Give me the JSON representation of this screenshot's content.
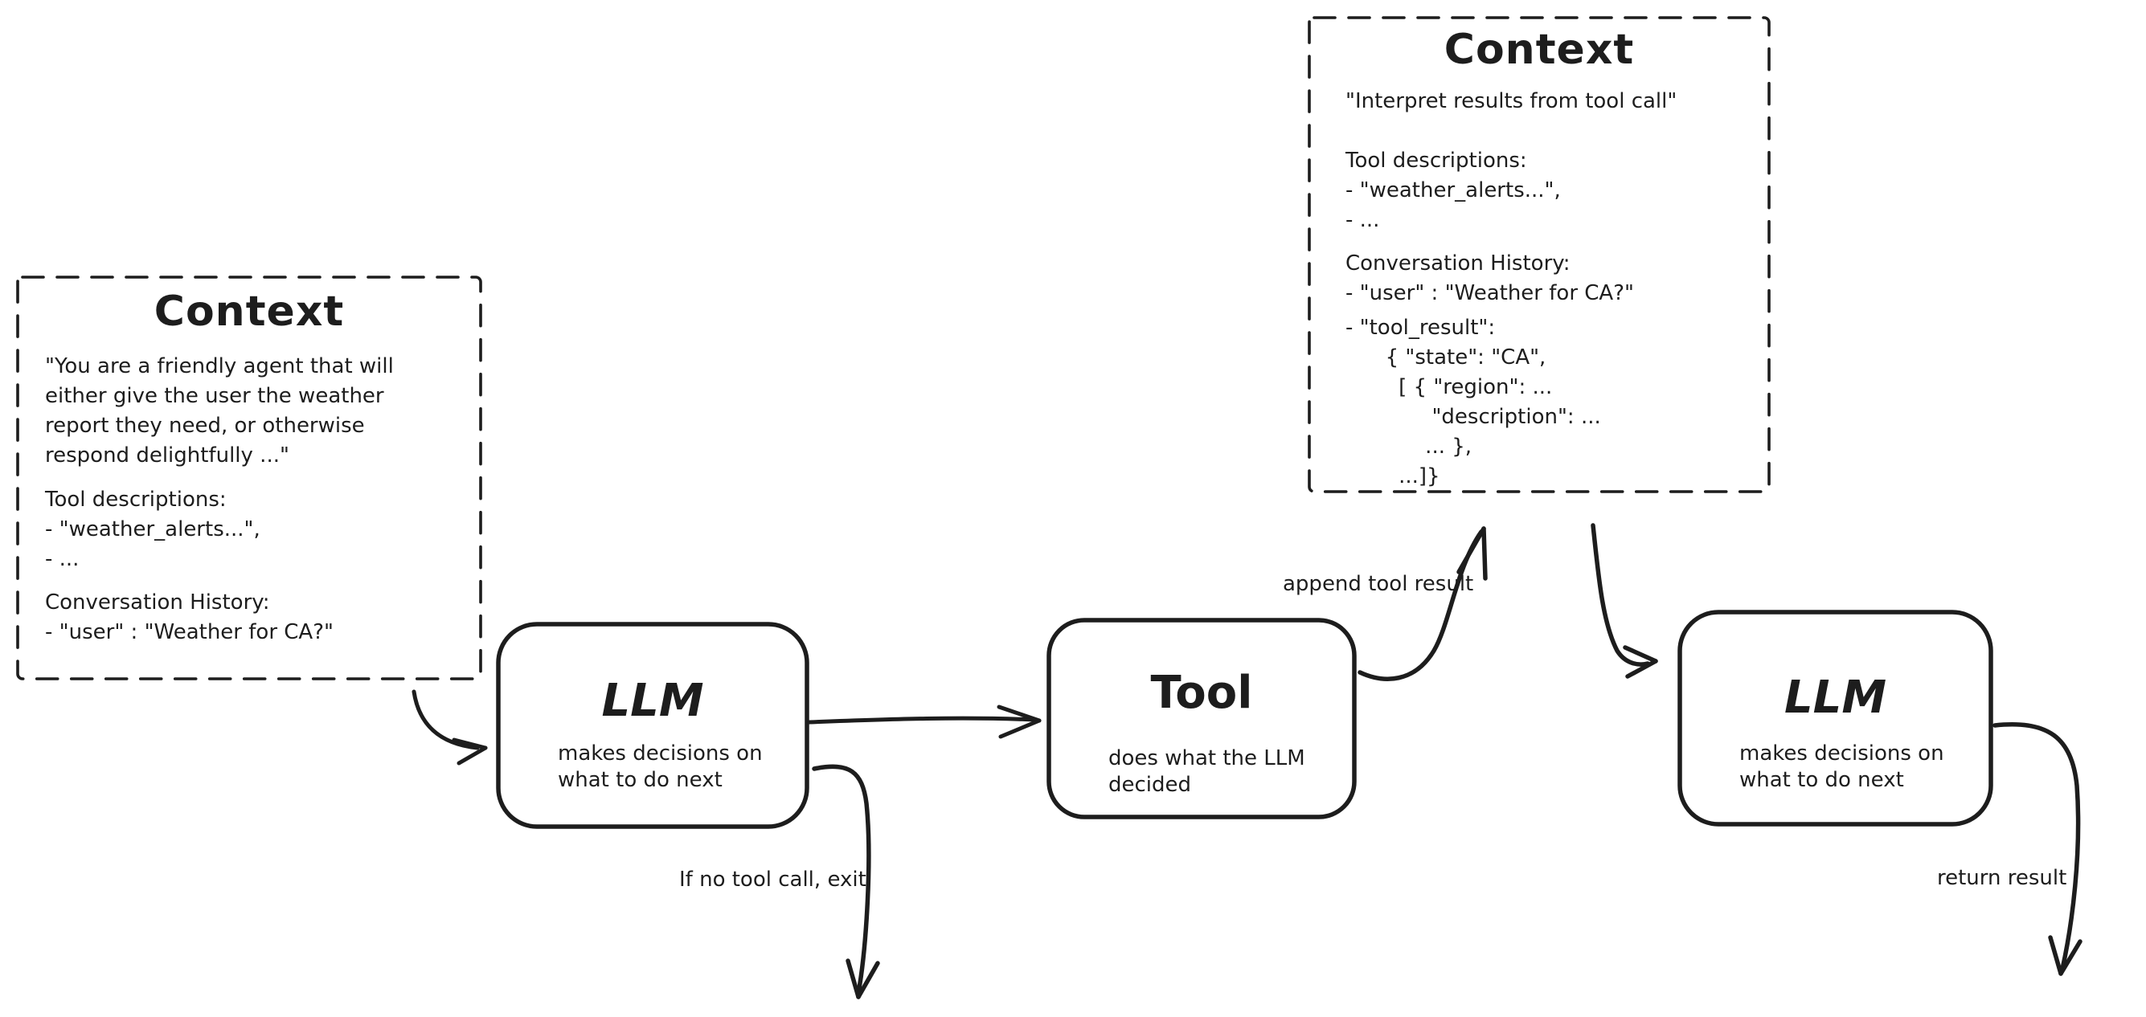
{
  "canvas": {
    "background": "#ffffff",
    "ink": "#1d1d1d"
  },
  "context_left": {
    "title": "Context",
    "para1": [
      "\"You are a friendly agent that will",
      "either give the user the weather",
      "report they need, or otherwise",
      "respond delightfully ...\""
    ],
    "para2": [
      "Tool descriptions:",
      "- \"weather_alerts...\",",
      "- ..."
    ],
    "para3": [
      "Conversation History:",
      "- \"user\" : \"Weather for CA?\""
    ]
  },
  "context_right": {
    "title": "Context",
    "para1": [
      "\"Interpret results from tool call\""
    ],
    "para2": [
      "Tool descriptions:",
      "- \"weather_alerts...\",",
      "- ..."
    ],
    "para3": [
      "Conversation History:",
      "- \"user\" : \"Weather for CA?\""
    ],
    "para4": [
      "- \"tool_result\":",
      "      { \"state\": \"CA\",",
      "        [ { \"region\": ...",
      "             \"description\": ...",
      "            ... },",
      "        ...]}"
    ]
  },
  "nodes": {
    "llm1": {
      "title": "LLM",
      "subtitle": [
        "makes decisions on",
        "what to do next"
      ]
    },
    "tool": {
      "title": "Tool",
      "subtitle": [
        "does what the LLM",
        "decided"
      ]
    },
    "llm2": {
      "title": "LLM",
      "subtitle": [
        "makes decisions on",
        "what to do next"
      ]
    }
  },
  "edge_labels": {
    "append_tool_result": "append tool result",
    "no_tool_exit": "If no tool call, exit",
    "return_result": "return result"
  }
}
